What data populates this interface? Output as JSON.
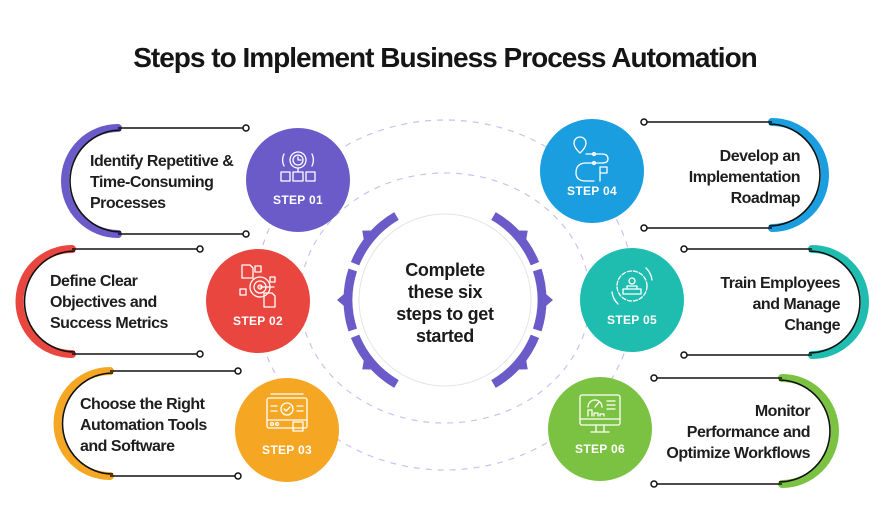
{
  "title": "Steps to Implement Business Process Automation",
  "center": {
    "lines": [
      "Complete",
      "these six",
      "steps to get",
      "started"
    ],
    "ring_color": "#6a5bc9"
  },
  "steps": [
    {
      "label": "STEP 01",
      "lines": [
        "Identify Repetitive &",
        "Time-Consuming",
        "Processes"
      ],
      "color": "#6a5bc9",
      "icon": "gear-clock-process-icon",
      "side": "left"
    },
    {
      "label": "STEP 02",
      "lines": [
        "Define Clear",
        "Objectives and",
        "Success Metrics"
      ],
      "color": "#e8463e",
      "icon": "target-documents-icon",
      "side": "left"
    },
    {
      "label": "STEP 03",
      "lines": [
        "Choose the Right",
        "Automation Tools",
        "and Software"
      ],
      "color": "#f5a623",
      "icon": "software-tool-icon",
      "side": "left"
    },
    {
      "label": "STEP 04",
      "lines": [
        "Develop an",
        "Implementation",
        "Roadmap"
      ],
      "color": "#1a9ee0",
      "icon": "roadmap-icon",
      "side": "right"
    },
    {
      "label": "STEP 05",
      "lines": [
        "Train Employees",
        "and Manage",
        "Change"
      ],
      "color": "#1fbdb0",
      "icon": "team-change-icon",
      "side": "right"
    },
    {
      "label": "STEP 06",
      "lines": [
        "Monitor",
        "Performance and",
        "Optimize Workflows"
      ],
      "color": "#7cc242",
      "icon": "monitor-analytics-icon",
      "side": "right"
    }
  ]
}
